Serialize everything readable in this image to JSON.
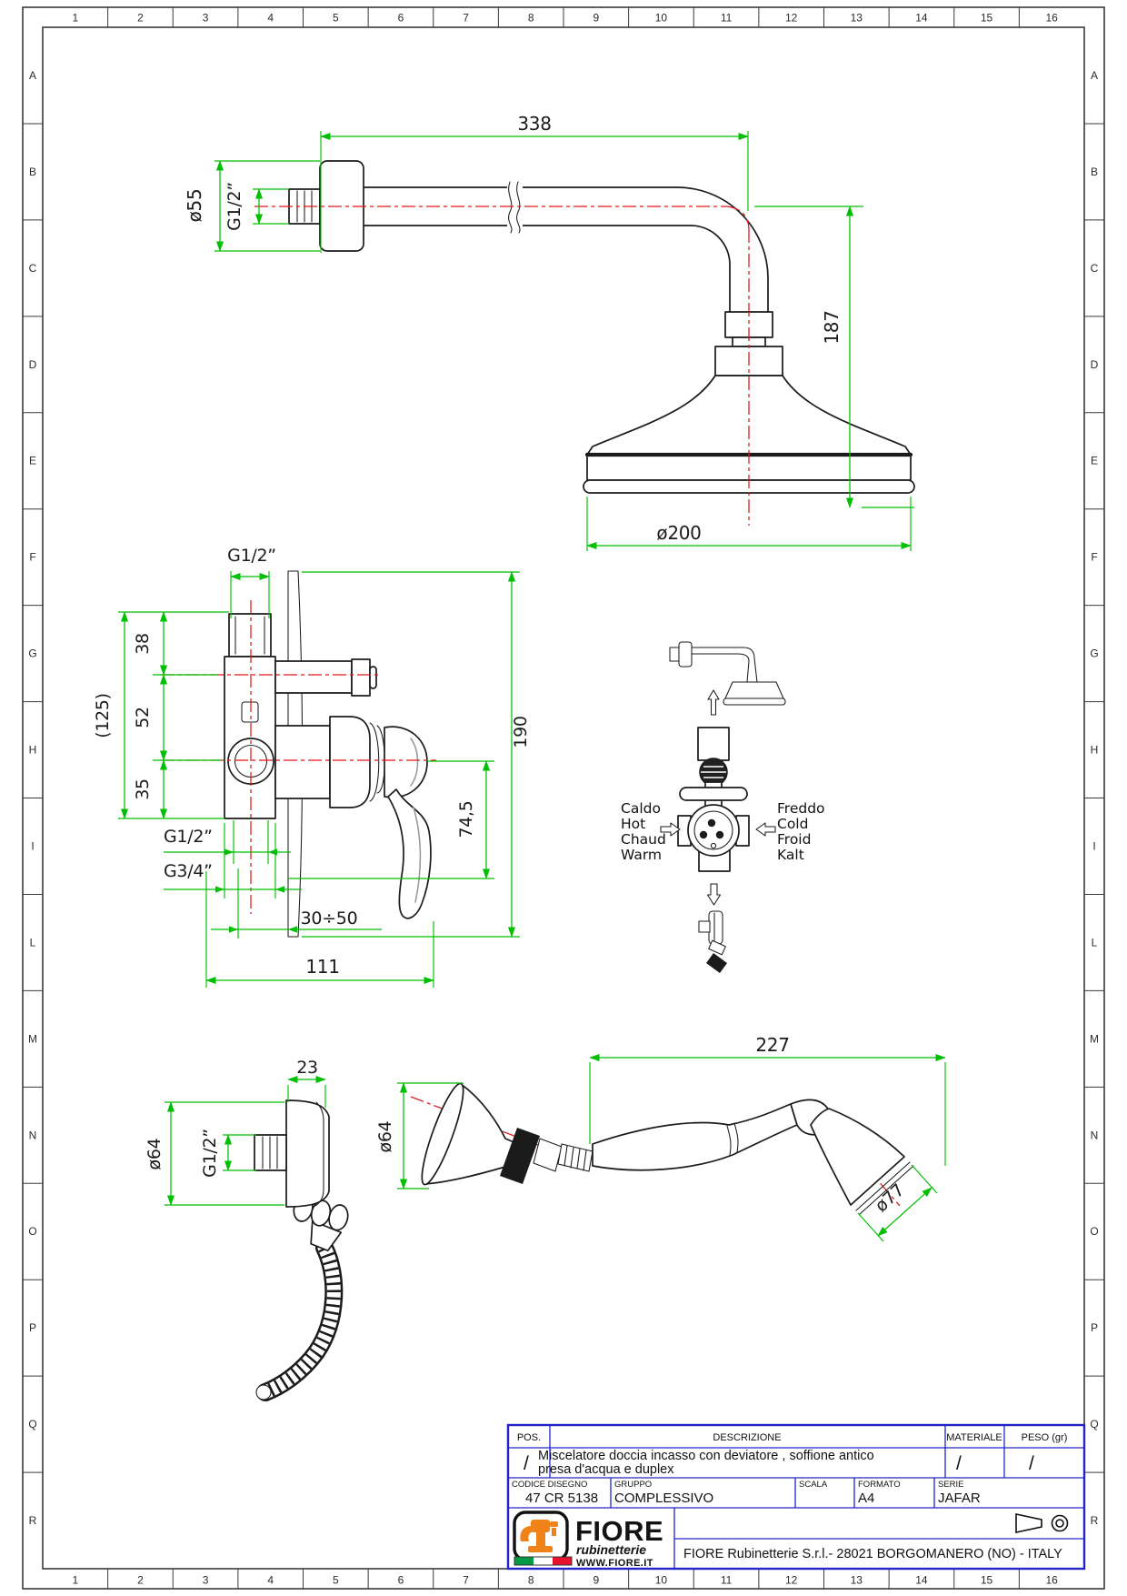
{
  "sheet": {
    "grid": {
      "columns": [
        "1",
        "2",
        "3",
        "4",
        "5",
        "6",
        "7",
        "8",
        "9",
        "10",
        "11",
        "12",
        "13",
        "14",
        "15",
        "16"
      ],
      "rows": [
        "A",
        "B",
        "C",
        "D",
        "E",
        "F",
        "G",
        "H",
        "I",
        "L",
        "M",
        "N",
        "O",
        "P",
        "Q",
        "R"
      ]
    },
    "colors": {
      "dimension": "#00bf00",
      "centerline": "#e01616",
      "outline": "#1b1b1b",
      "titleblock": "#2424c8",
      "logo_orange": "#ef8318",
      "flag_green": "#009a44",
      "flag_red": "#e8112d"
    }
  },
  "dims": {
    "arm": {
      "len": "338",
      "flange": "ø55",
      "thread": "G1/2”",
      "drop": "187",
      "head": "ø200"
    },
    "mixer": {
      "thread_top": "G1/2”",
      "d38": "38",
      "d52": "52",
      "d35": "35",
      "total": "(125)",
      "plate": "190",
      "handle": "74,5",
      "thread_mid": "G1/2”",
      "thread_low": "G3/4”",
      "depth": "30÷50",
      "width": "111"
    },
    "outlet": {
      "depth": "23",
      "dia": "ø64",
      "thread": "G1/2”"
    },
    "hand": {
      "len": "227",
      "cone": "ø64",
      "head": "ø77"
    }
  },
  "schematic": {
    "hot": [
      "Caldo",
      "Hot",
      "Chaud",
      "Warm"
    ],
    "cold": [
      "Freddo",
      "Cold",
      "Froid",
      "Kalt"
    ]
  },
  "titleblock": {
    "headers": {
      "pos": "POS.",
      "descrizione": "DESCRIZIONE",
      "materiale": "MATERIALE",
      "peso": "PESO (gr)"
    },
    "row": {
      "pos": "/",
      "desc_line1": "Miscelatore doccia incasso con deviatore , soffione antico",
      "desc_line2": "presa d'acqua e duplex",
      "materiale": "/",
      "peso": "/"
    },
    "fields": {
      "codice_label": "CODICE DISEGNO",
      "codice": "47 CR 5138",
      "gruppo_label": "GRUPPO",
      "gruppo": "COMPLESSIVO",
      "scala_label": "SCALA",
      "formato_label": "FORMATO",
      "formato": "A4",
      "serie_label": "SERIE",
      "serie": "JAFAR"
    },
    "logo": {
      "brand": "FIORE",
      "sub": "rubinetterie",
      "url": "WWW.FIORE.IT"
    },
    "address": "FIORE Rubinetterie S.r.l.- 28021 BORGOMANERO (NO) - ITALY"
  }
}
